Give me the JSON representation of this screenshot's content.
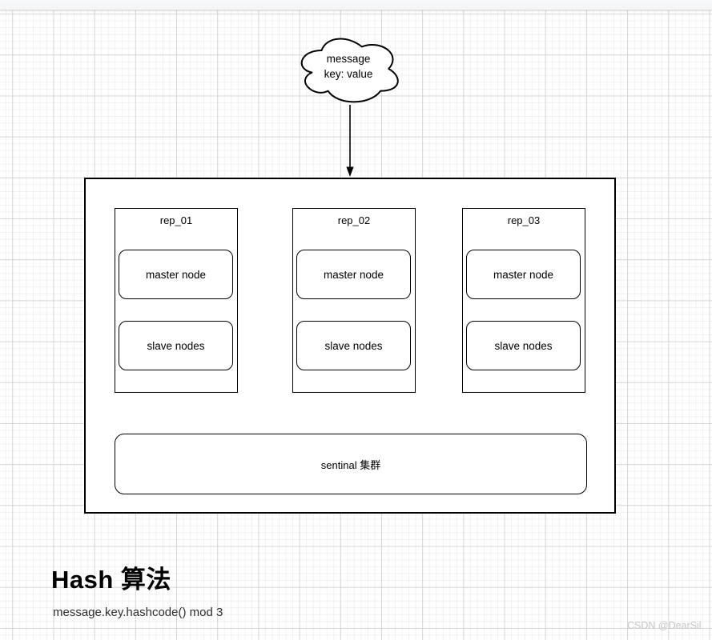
{
  "cloud": {
    "line1": "message",
    "line2": "key: value"
  },
  "diagram": {
    "replicas": [
      {
        "label": "rep_01",
        "master": "master node",
        "slaves": "slave nodes"
      },
      {
        "label": "rep_02",
        "master": "master node",
        "slaves": "slave nodes"
      },
      {
        "label": "rep_03",
        "master": "master node",
        "slaves": "slave nodes"
      }
    ],
    "sentinel_label": "sentinal 集群"
  },
  "notes": {
    "heading": "Hash 算法",
    "formula": "message.key.hashcode() mod 3"
  },
  "page": {
    "watermark": "CSDN @DearSil"
  },
  "colors": {
    "shape_stroke": "#000000",
    "grid_minor": "#f0f0f0",
    "grid_major": "#d6d6d6",
    "topbar_bg": "#f5f6f8",
    "watermark_text": "#c4c6ca"
  }
}
